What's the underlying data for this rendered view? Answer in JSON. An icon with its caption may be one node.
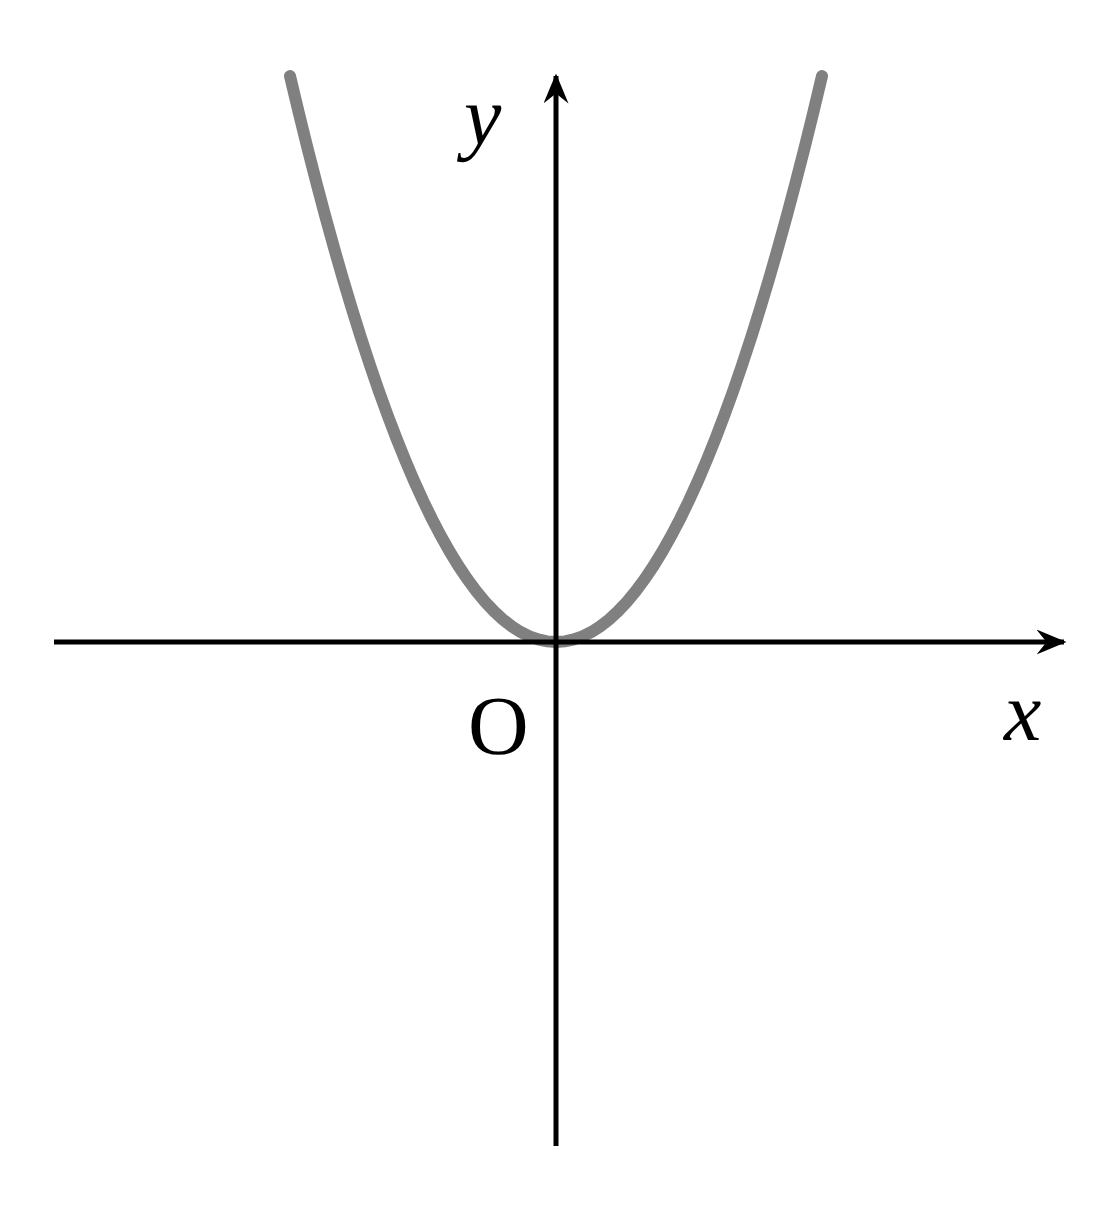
{
  "diagram": {
    "labels": [
      "y",
      "O",
      "x"
    ]
  }
}
